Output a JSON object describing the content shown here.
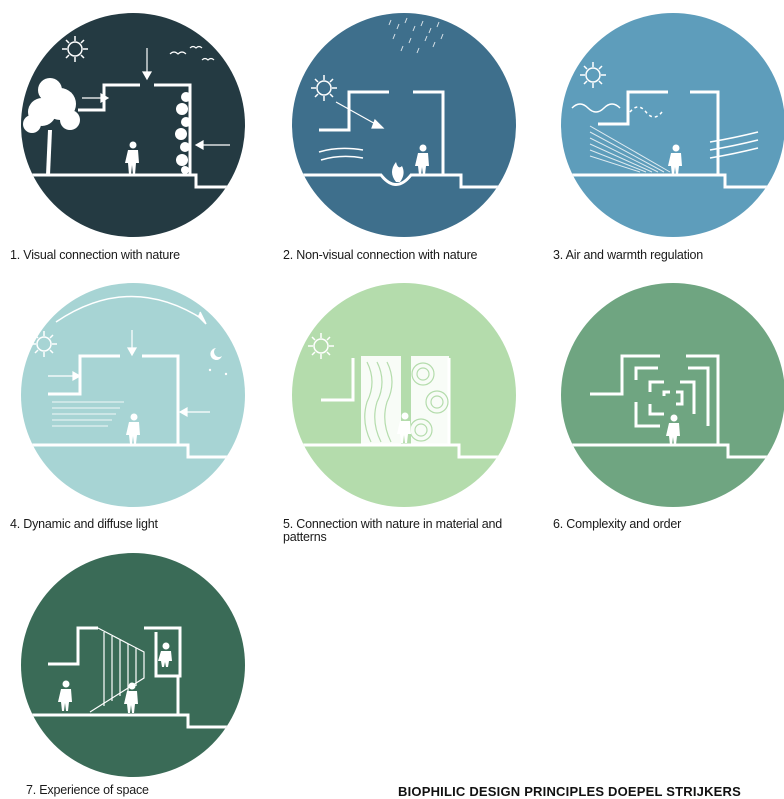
{
  "panels": [
    {
      "caption": "1. Visual connection with nature",
      "color": "#243a42"
    },
    {
      "caption": "2. Non-visual connection with nature",
      "color": "#3e6f8c"
    },
    {
      "caption": "3. Air and warmth regulation",
      "color": "#5e9dbb"
    },
    {
      "caption": "4. Dynamic and diffuse light",
      "color": "#a7d4d4"
    },
    {
      "caption": "5. Connection with nature in material and patterns",
      "color": "#b4dcac"
    },
    {
      "caption": "6. Complexity and order",
      "color": "#6fa581"
    },
    {
      "caption": "7. Experience of space",
      "color": "#3a6b57"
    }
  ],
  "footer": {
    "title": "BIOPHILIC DESIGN PRINCIPLES DOEPEL STRIJKERS"
  },
  "icons": [
    "sun-icon",
    "bird-icon",
    "tree-icon",
    "person-icon",
    "fire-icon",
    "rain-icon",
    "wind-icon",
    "moon-icon",
    "arrow-icon",
    "wood-grain-pattern"
  ]
}
